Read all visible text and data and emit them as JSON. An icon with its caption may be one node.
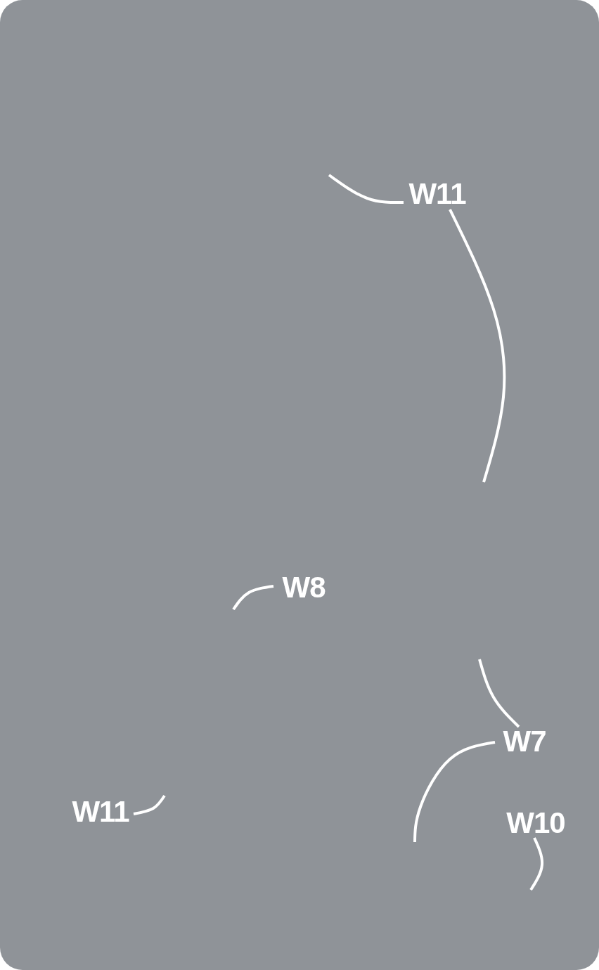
{
  "diagram": {
    "nodes": [
      {
        "text": [
          "W11"
        ]
      },
      {
        "text": [
          "W8"
        ]
      },
      {
        "text": [
          "W7"
        ]
      },
      {
        "text": [
          "W11"
        ]
      },
      {
        "text": [
          "W10"
        ]
      }
    ],
    "edges": [
      {
        "from": 0,
        "to": null,
        "arrow": "none"
      },
      {
        "from": 0,
        "to": null,
        "arrow": "none"
      },
      {
        "from": 1,
        "to": null,
        "arrow": "none"
      },
      {
        "from": 2,
        "to": null,
        "arrow": "none"
      },
      {
        "from": 2,
        "to": null,
        "arrow": "none"
      },
      {
        "from": 3,
        "to": null,
        "arrow": "none"
      },
      {
        "from": 4,
        "to": null,
        "arrow": "none"
      }
    ]
  }
}
